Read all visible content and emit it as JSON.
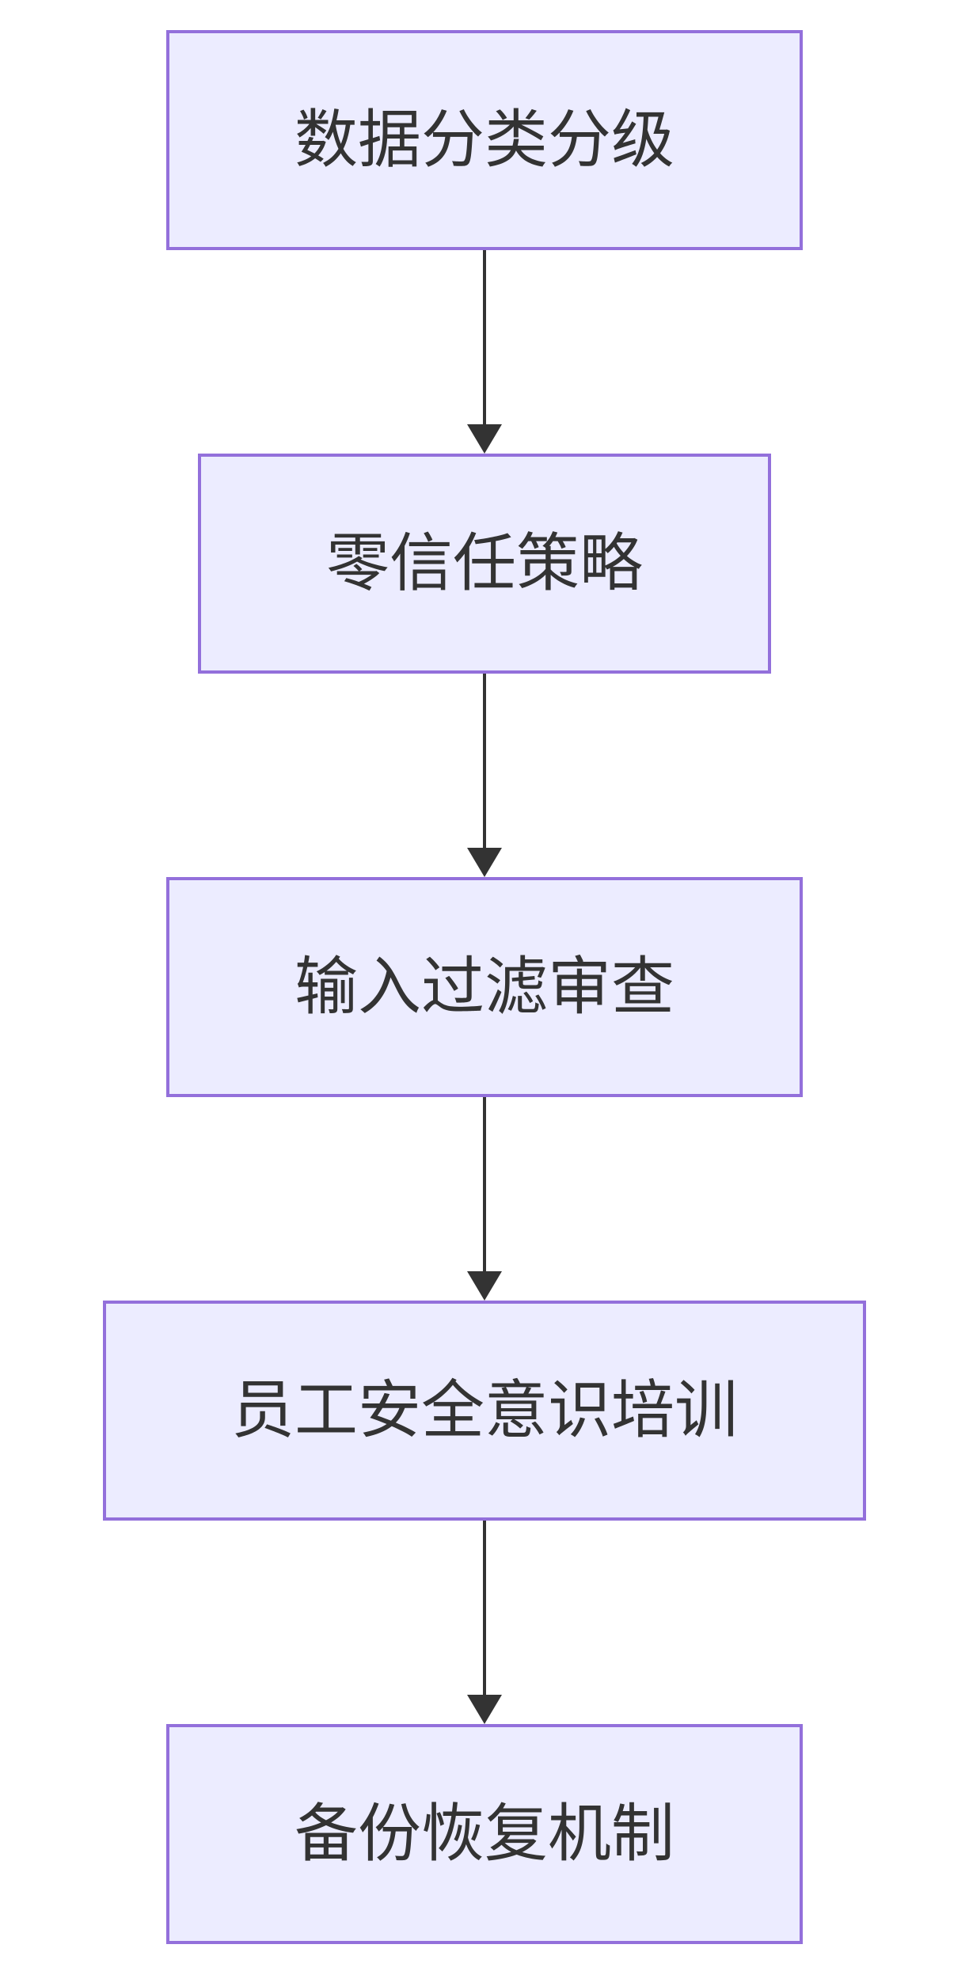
{
  "diagram": {
    "type": "flowchart",
    "direction": "top-down",
    "nodes": [
      {
        "id": "n1",
        "label": "数据分类分级"
      },
      {
        "id": "n2",
        "label": "零信任策略"
      },
      {
        "id": "n3",
        "label": "输入过滤审查"
      },
      {
        "id": "n4",
        "label": "员工安全意识培训"
      },
      {
        "id": "n5",
        "label": "备份恢复机制"
      }
    ],
    "edges": [
      {
        "from": "n1",
        "to": "n2",
        "arrow": "down"
      },
      {
        "from": "n2",
        "to": "n3",
        "arrow": "down"
      },
      {
        "from": "n3",
        "to": "n4",
        "arrow": "down"
      },
      {
        "from": "n4",
        "to": "n5",
        "arrow": "down"
      }
    ]
  },
  "colors": {
    "background": "#ffffff",
    "node_fill": "#ECECFF",
    "node_border": "#9370DB",
    "node_text": "#333333",
    "edge": "#333333"
  }
}
